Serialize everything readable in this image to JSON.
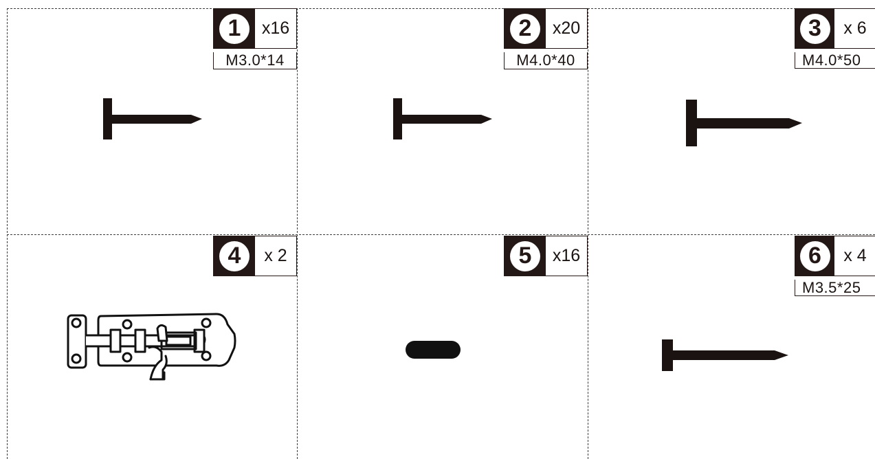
{
  "parts": [
    {
      "number": "1",
      "quantity": "x16",
      "size": "M3.0*14",
      "icon": "screw-icon"
    },
    {
      "number": "2",
      "quantity": "x20",
      "size": "M4.0*40",
      "icon": "screw-icon"
    },
    {
      "number": "3",
      "quantity": "x 6",
      "size": "M4.0*50",
      "icon": "screw-icon"
    },
    {
      "number": "4",
      "quantity": "x 2",
      "size": "",
      "icon": "barrel-bolt-latch-icon"
    },
    {
      "number": "5",
      "quantity": "x16",
      "size": "",
      "icon": "dowel-pin-icon"
    },
    {
      "number": "6",
      "quantity": "x 4",
      "size": "M3.5*25",
      "icon": "screw-icon"
    }
  ],
  "colors": {
    "ink": "#231815",
    "border": "#3a3a3a"
  }
}
